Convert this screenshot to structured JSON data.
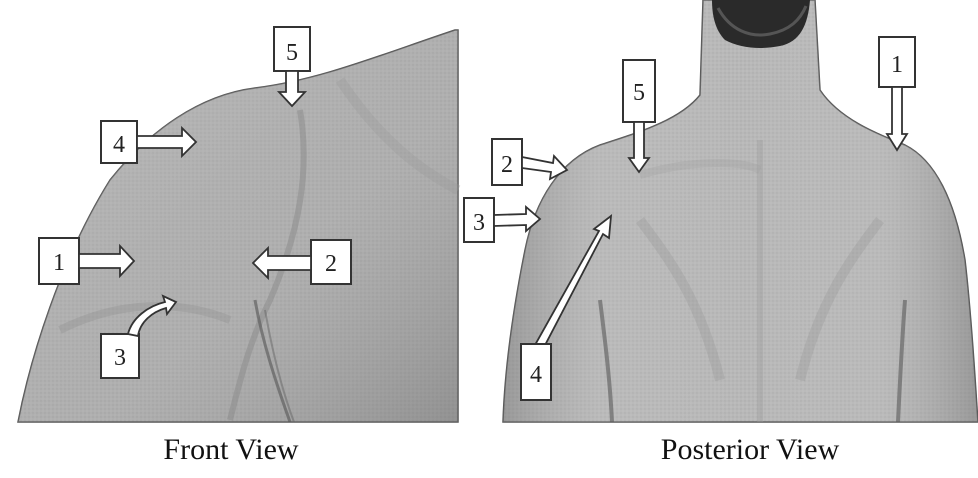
{
  "front_view": {
    "caption": "Front View",
    "markers": [
      {
        "label": "1"
      },
      {
        "label": "2"
      },
      {
        "label": "3"
      },
      {
        "label": "4"
      },
      {
        "label": "5"
      }
    ]
  },
  "posterior_view": {
    "caption": "Posterior View",
    "markers": [
      {
        "label": "1"
      },
      {
        "label": "2"
      },
      {
        "label": "3"
      },
      {
        "label": "4"
      },
      {
        "label": "5"
      }
    ]
  },
  "colors": {
    "skin": "#b3b3b3",
    "skin_dark": "#8c8c8c",
    "background": "#ffffff",
    "label_box": "#ffffff",
    "outline": "#333333"
  }
}
